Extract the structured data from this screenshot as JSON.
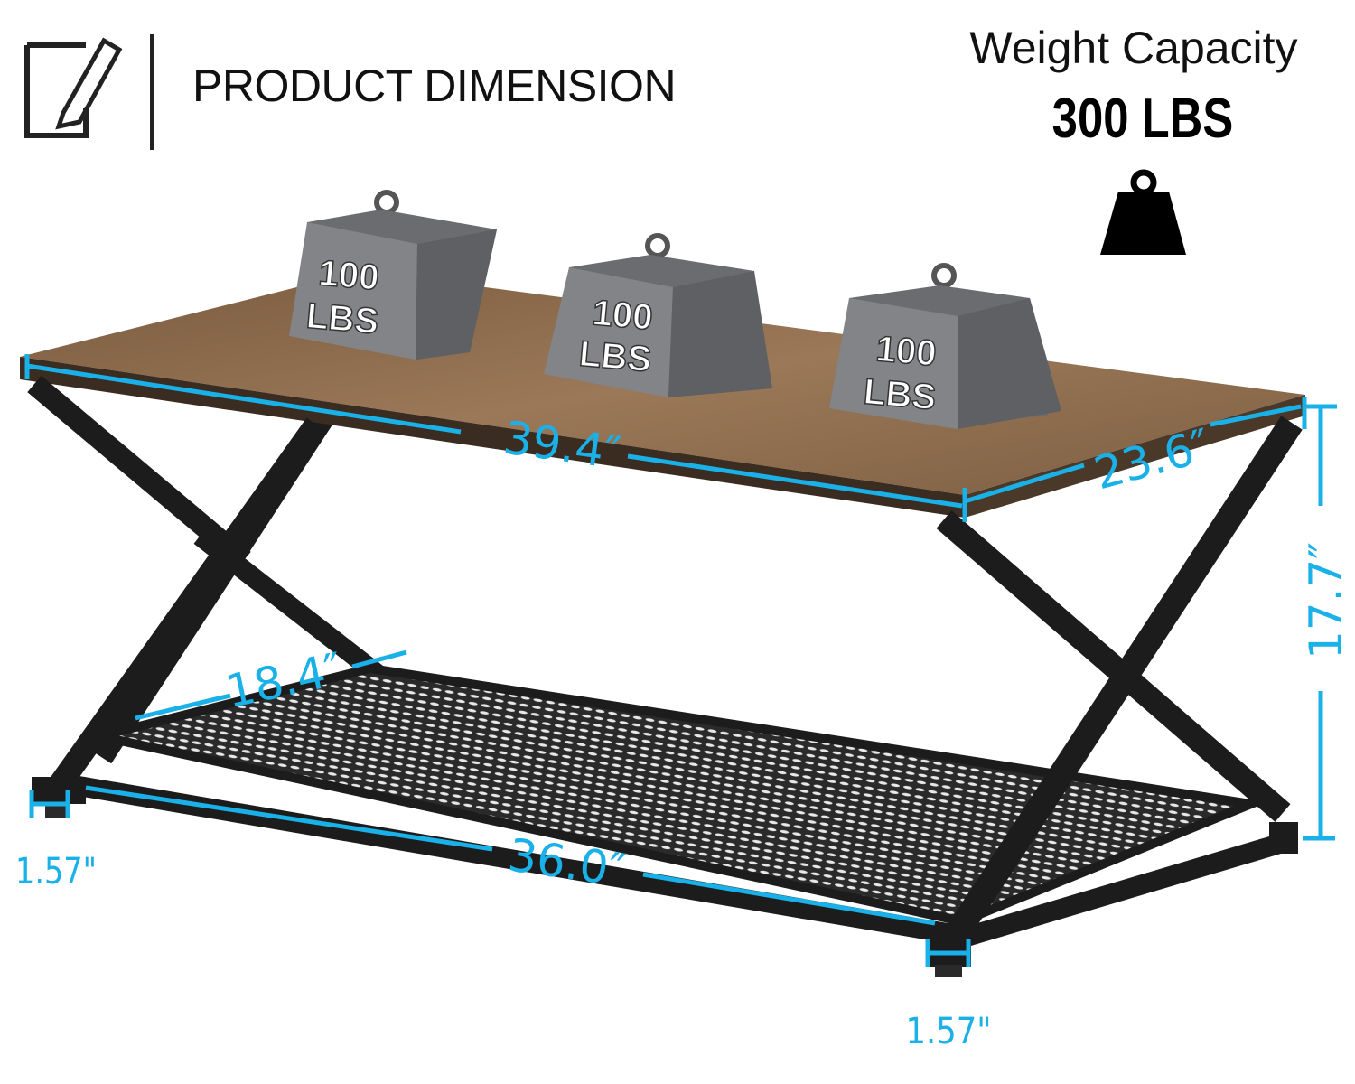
{
  "header": {
    "title": "PRODUCT DIMENSION",
    "icon": "ruler-note-icon"
  },
  "capacity": {
    "label": "Weight Capacity",
    "value": "300 LBS",
    "icon": "weight-icon"
  },
  "weights": [
    {
      "amount": "100",
      "unit": "LBS"
    },
    {
      "amount": "100",
      "unit": "LBS"
    },
    {
      "amount": "100",
      "unit": "LBS"
    }
  ],
  "dimensions": {
    "length": "39.4″",
    "width": "23.6″",
    "height": "17.7″",
    "shelf_depth": "18.4″",
    "shelf_length": "36.0″",
    "leg_left": "1.57\"",
    "leg_right": "1.57\""
  },
  "colors": {
    "dimension": "#1ab0e8",
    "wood": "#8a6848",
    "frame": "#1c1c1c",
    "weight": "#7d7f82"
  }
}
